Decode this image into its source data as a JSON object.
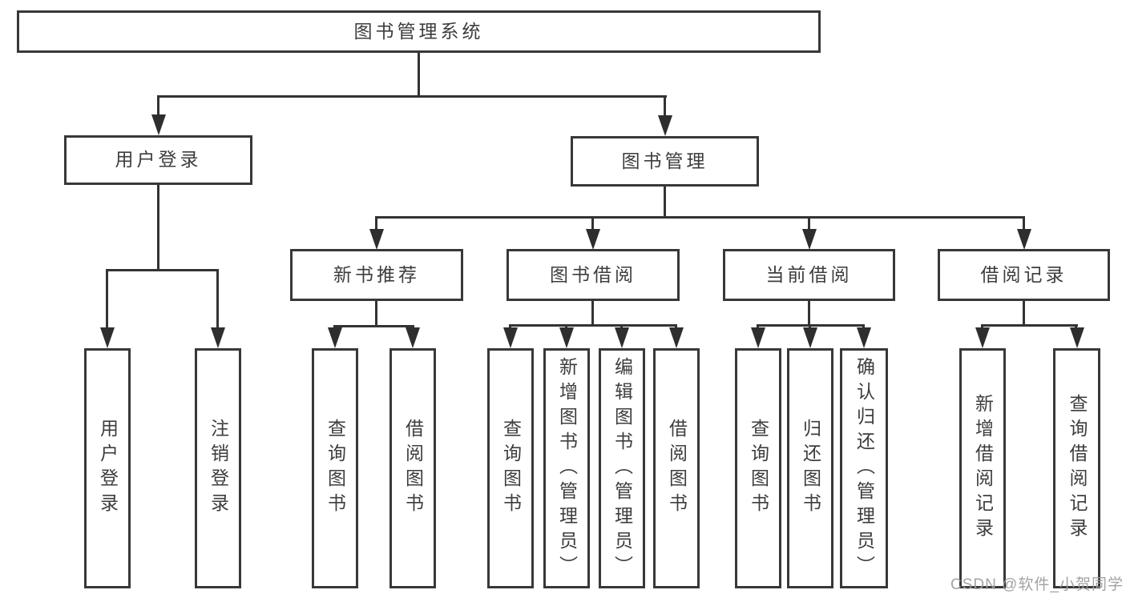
{
  "diagram": {
    "title": "图书管理系统",
    "watermark": "CSDN @软件_小贺同学",
    "colors": {
      "line": "#333333",
      "box_border": "#383838",
      "box_fill": "#ffffff",
      "text": "#3d3d3d",
      "watermark": "#9e9e9e",
      "background": "#ffffff"
    },
    "nodes": [
      {
        "id": "root",
        "label": "图书管理系统",
        "level": 1,
        "parent": null
      },
      {
        "id": "user-login",
        "label": "用户登录",
        "level": 2,
        "parent": "root"
      },
      {
        "id": "book-management",
        "label": "图书管理",
        "level": 2,
        "parent": "root"
      },
      {
        "id": "new-book-recommend",
        "label": "新书推荐",
        "level": 3,
        "parent": "book-management"
      },
      {
        "id": "book-borrowing",
        "label": "图书借阅",
        "level": 3,
        "parent": "book-management"
      },
      {
        "id": "current-borrowing",
        "label": "当前借阅",
        "level": 3,
        "parent": "book-management"
      },
      {
        "id": "borrowing-records",
        "label": "借阅记录",
        "level": 3,
        "parent": "book-management"
      },
      {
        "id": "leaf-user-login",
        "label": "用户登录",
        "level": 4,
        "parent": "user-login"
      },
      {
        "id": "leaf-logout",
        "label": "注销登录",
        "level": 4,
        "parent": "user-login"
      },
      {
        "id": "leaf-nbr-query-books",
        "label": "查询图书",
        "level": 4,
        "parent": "new-book-recommend"
      },
      {
        "id": "leaf-nbr-borrow-books",
        "label": "借阅图书",
        "level": 4,
        "parent": "new-book-recommend"
      },
      {
        "id": "leaf-bb-query-books",
        "label": "查询图书",
        "level": 4,
        "parent": "book-borrowing"
      },
      {
        "id": "leaf-bb-add-books",
        "label": "新增图书（管理员）",
        "level": 4,
        "parent": "book-borrowing"
      },
      {
        "id": "leaf-bb-edit-books",
        "label": "编辑图书（管理员）",
        "level": 4,
        "parent": "book-borrowing"
      },
      {
        "id": "leaf-bb-borrow-books",
        "label": "借阅图书",
        "level": 4,
        "parent": "book-borrowing"
      },
      {
        "id": "leaf-cb-query-books",
        "label": "查询图书",
        "level": 4,
        "parent": "current-borrowing"
      },
      {
        "id": "leaf-cb-return-books",
        "label": "归还图书",
        "level": 4,
        "parent": "current-borrowing"
      },
      {
        "id": "leaf-cb-confirm-return",
        "label": "确认归还（管理员）",
        "level": 4,
        "parent": "current-borrowing"
      },
      {
        "id": "leaf-br-add-record",
        "label": "新增借阅记录",
        "level": 4,
        "parent": "borrowing-records"
      },
      {
        "id": "leaf-br-query-record",
        "label": "查询借阅记录",
        "level": 4,
        "parent": "borrowing-records"
      }
    ]
  }
}
